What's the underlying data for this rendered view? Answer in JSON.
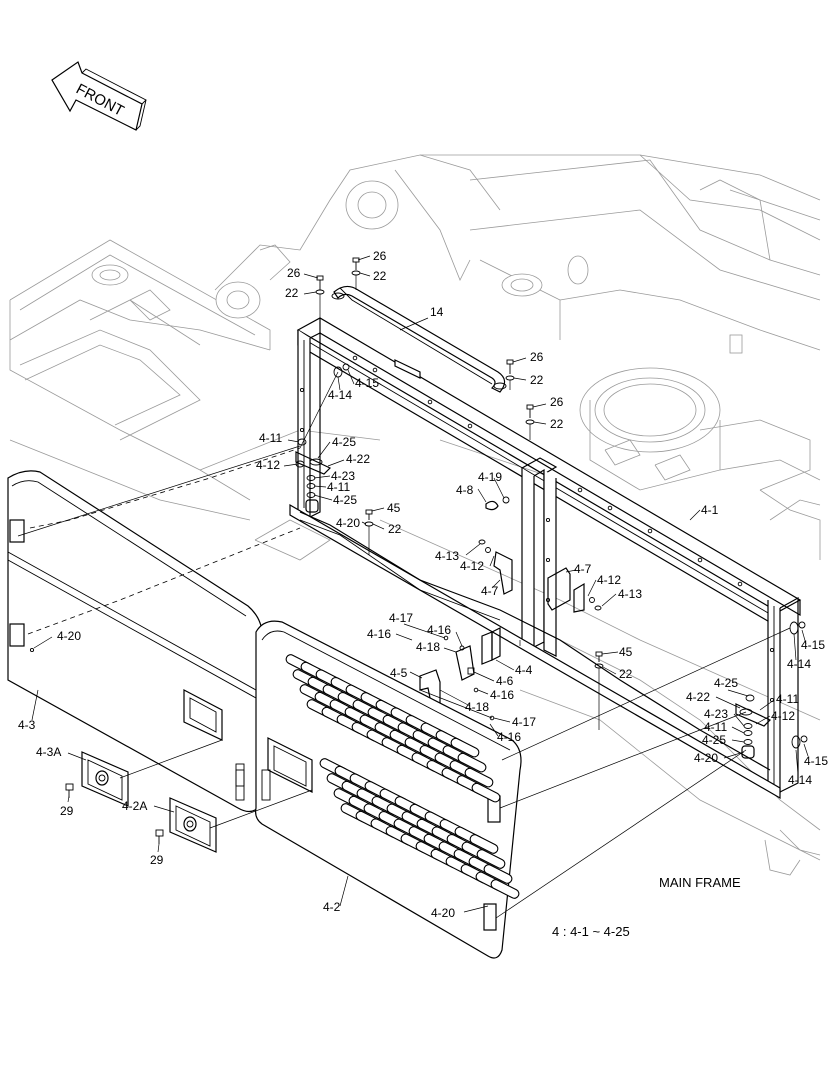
{
  "diagram": {
    "front_arrow_label": "FRONT",
    "main_frame_label": "MAIN FRAME",
    "group_note": "4 : 4-1 ~ 4-25",
    "callouts": [
      "26",
      "22",
      "26",
      "22",
      "14",
      "26",
      "22",
      "26",
      "22",
      "4-14",
      "4-15",
      "4-11",
      "4-25",
      "4-12",
      "4-22",
      "4-23",
      "4-11",
      "4-25",
      "45",
      "4-20",
      "22",
      "4-8",
      "4-19",
      "4-1",
      "4-13",
      "4-12",
      "4-7",
      "4-7",
      "4-12",
      "4-13",
      "4-17",
      "4-16",
      "4-16",
      "4-18",
      "4-4",
      "4-6",
      "4-16",
      "4-5",
      "4-18",
      "4-17",
      "4-16",
      "45",
      "22",
      "4-15",
      "4-14",
      "4-25",
      "4-22",
      "4-11",
      "4-12",
      "4-23",
      "4-11",
      "4-25",
      "4-20",
      "4-15",
      "4-14",
      "4-20",
      "4-3",
      "4-3A",
      "29",
      "4-2A",
      "29",
      "4-2",
      "4-20"
    ]
  }
}
